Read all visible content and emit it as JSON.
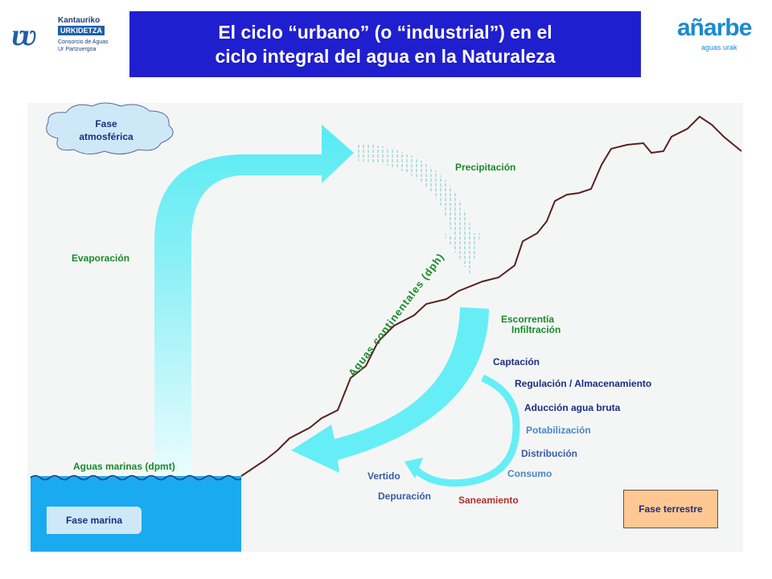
{
  "header": {
    "title": "El ciclo “urbano” (o “industrial”) en el\nciclo integral del agua en la Naturaleza",
    "logo_left": {
      "line1": "Kantauriko",
      "line2": "URKIDETZA",
      "line3": "Consorcio de Aguas\nUr Partzuergoa"
    },
    "logo_right": {
      "brand": "añarbe",
      "sub": "aguas urak"
    }
  },
  "colors": {
    "title_bg": "#1f1fcf",
    "arrow": "#66eef6",
    "sea": "#1aaaf0",
    "terrain": "#5a2020"
  },
  "diagram": {
    "cloud_label": "Fase\natmosférica",
    "evaporacion": "Evaporación",
    "precipitacion": "Precipitación",
    "escorrentia": "Escorrentía",
    "infiltracion": "Infiltración",
    "aguas_continentales": "Aguas continentales (dph)",
    "captacion": "Captación",
    "regulacion": "Regulación / Almacenamiento",
    "aduccion": "Aducción agua bruta",
    "potabilizacion": "Potabilización",
    "distribucion": "Distribución",
    "consumo": "Consumo",
    "saneamiento": "Saneamiento",
    "depuracion": "Depuración",
    "vertido": "Vertido",
    "aguas_marinas": "Aguas marinas (dpmt)",
    "fase_marina": "Fase marina",
    "fase_terrestre": "Fase terrestre"
  }
}
